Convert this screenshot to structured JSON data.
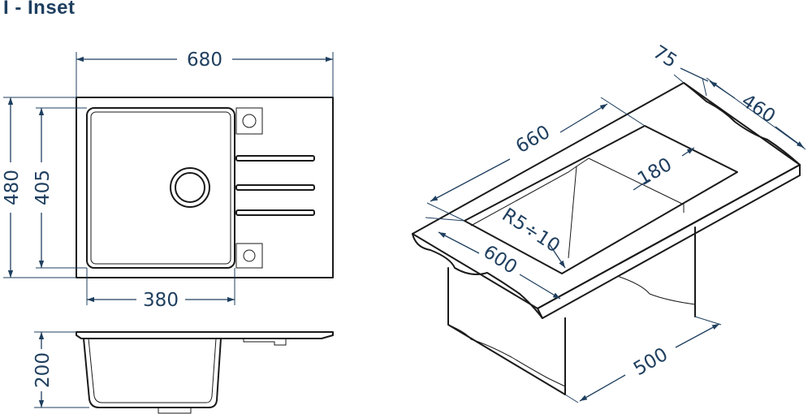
{
  "diagram": {
    "title": "I - Inset",
    "colors": {
      "dimension": "#1f3f5f",
      "outline": "#1a1a1a"
    },
    "dimensions": {
      "top_width": "680",
      "top_height": "480",
      "bowl_height": "405",
      "bowl_width": "380",
      "depth": "200",
      "iso_length": "660",
      "iso_75": "75",
      "iso_460": "460",
      "iso_180": "180",
      "iso_radius": "R5÷10",
      "iso_600": "600",
      "iso_500": "500"
    }
  }
}
